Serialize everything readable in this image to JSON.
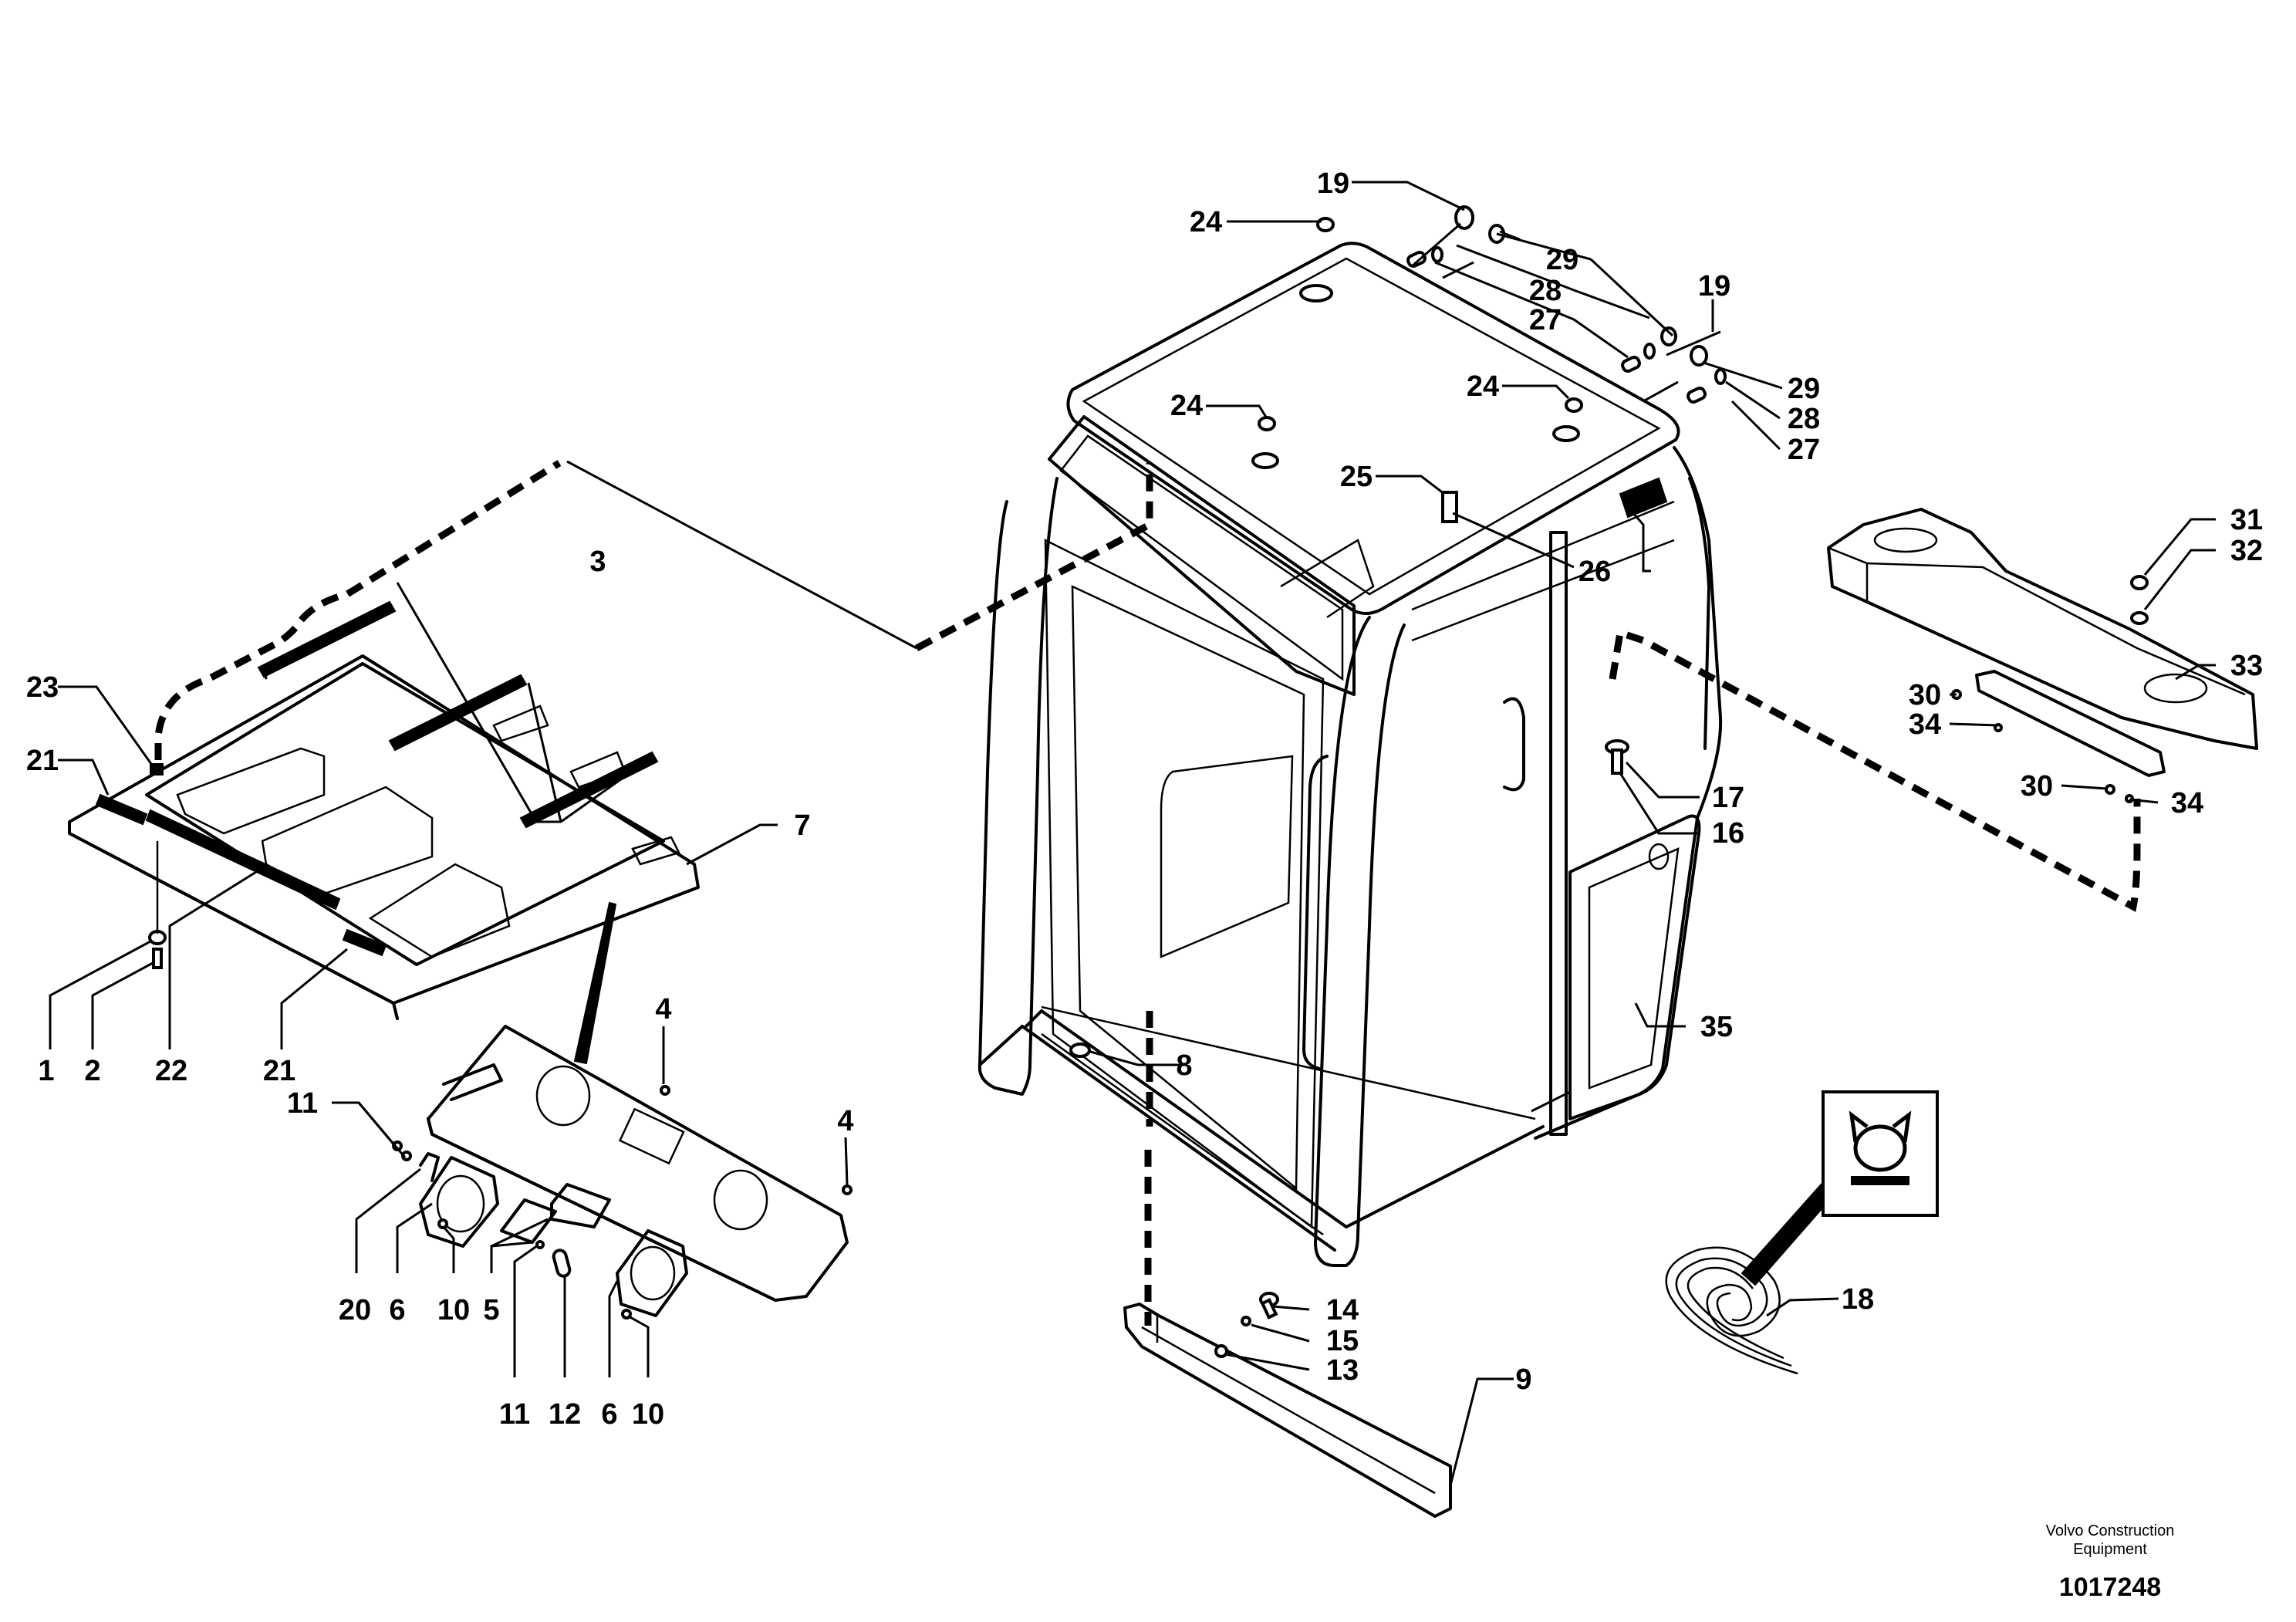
{
  "callouts": [
    {
      "id": "c1",
      "text": "1"
    },
    {
      "id": "c2",
      "text": "2"
    },
    {
      "id": "c3",
      "text": "3"
    },
    {
      "id": "c4a",
      "text": "4"
    },
    {
      "id": "c4b",
      "text": "4"
    },
    {
      "id": "c5",
      "text": "5"
    },
    {
      "id": "c6a",
      "text": "6"
    },
    {
      "id": "c6b",
      "text": "6"
    },
    {
      "id": "c7",
      "text": "7"
    },
    {
      "id": "c8",
      "text": "8"
    },
    {
      "id": "c9",
      "text": "9"
    },
    {
      "id": "c10a",
      "text": "10"
    },
    {
      "id": "c10b",
      "text": "10"
    },
    {
      "id": "c11a",
      "text": "11"
    },
    {
      "id": "c11b",
      "text": "11"
    },
    {
      "id": "c12",
      "text": "12"
    },
    {
      "id": "c13",
      "text": "13"
    },
    {
      "id": "c14",
      "text": "14"
    },
    {
      "id": "c15",
      "text": "15"
    },
    {
      "id": "c16",
      "text": "16"
    },
    {
      "id": "c17",
      "text": "17"
    },
    {
      "id": "c18",
      "text": "18"
    },
    {
      "id": "c19a",
      "text": "19"
    },
    {
      "id": "c19b",
      "text": "19"
    },
    {
      "id": "c20",
      "text": "20"
    },
    {
      "id": "c21a",
      "text": "21"
    },
    {
      "id": "c21b",
      "text": "21"
    },
    {
      "id": "c22",
      "text": "22"
    },
    {
      "id": "c23",
      "text": "23"
    },
    {
      "id": "c24a",
      "text": "24"
    },
    {
      "id": "c24b",
      "text": "24"
    },
    {
      "id": "c24c",
      "text": "24"
    },
    {
      "id": "c25",
      "text": "25"
    },
    {
      "id": "c26",
      "text": "26"
    },
    {
      "id": "c27a",
      "text": "27"
    },
    {
      "id": "c27b",
      "text": "27"
    },
    {
      "id": "c28a",
      "text": "28"
    },
    {
      "id": "c28b",
      "text": "28"
    },
    {
      "id": "c29a",
      "text": "29"
    },
    {
      "id": "c29b",
      "text": "29"
    },
    {
      "id": "c30a",
      "text": "30"
    },
    {
      "id": "c30b",
      "text": "30"
    },
    {
      "id": "c31",
      "text": "31"
    },
    {
      "id": "c32",
      "text": "32"
    },
    {
      "id": "c33",
      "text": "33"
    },
    {
      "id": "c34a",
      "text": "34"
    },
    {
      "id": "c34b",
      "text": "34"
    },
    {
      "id": "c35",
      "text": "35"
    }
  ],
  "footer": {
    "brand_line1": "Volvo Construction",
    "brand_line2": "Equipment",
    "drawing_number": "1017248"
  }
}
